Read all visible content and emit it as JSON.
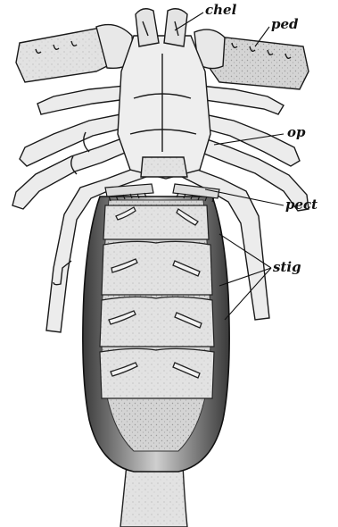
{
  "figure": {
    "labels": {
      "chel": "chel",
      "ped": "ped",
      "op": "op",
      "pect": "pect",
      "stig": "stig"
    }
  }
}
